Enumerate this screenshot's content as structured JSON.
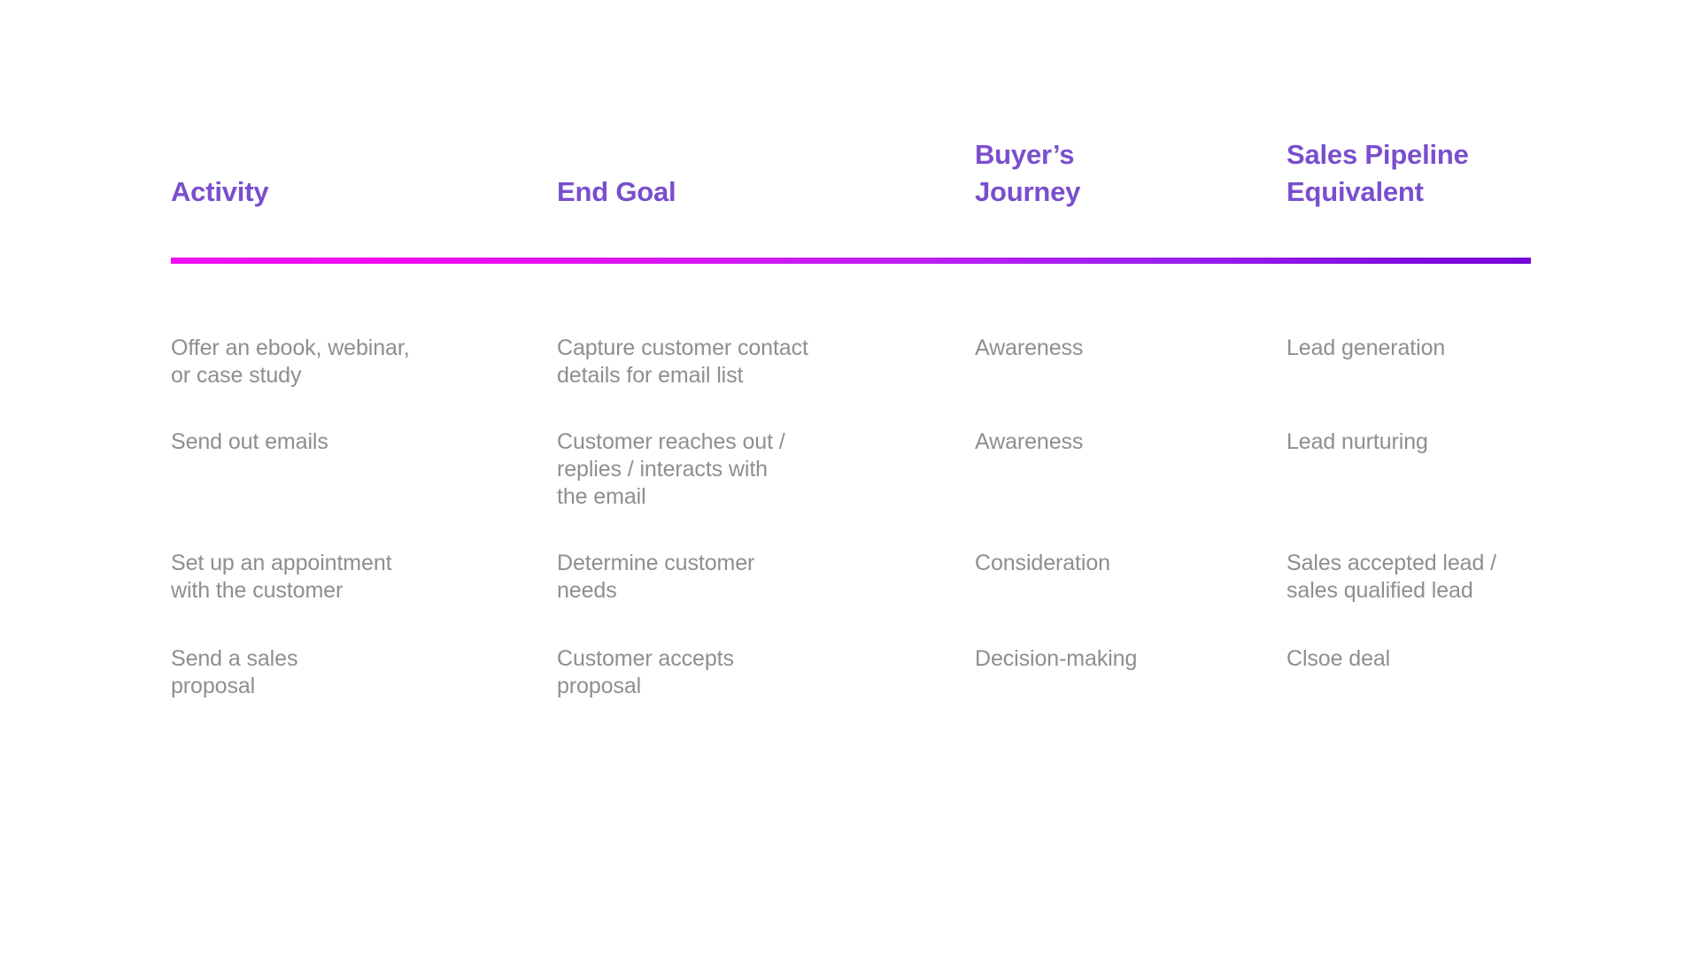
{
  "theme": {
    "background": "#ffffff",
    "header_text_color": "#7a4ecd",
    "body_text_color": "#8e8e93",
    "divider_gradient_start": "#f20df2",
    "divider_gradient_mid": "#a82bf0",
    "divider_gradient_end": "#7806d8"
  },
  "table": {
    "headers": [
      {
        "label": "Activity"
      },
      {
        "label": "End Goal"
      },
      {
        "label": "Buyer’s\nJourney"
      },
      {
        "label": "Sales Pipeline\nEquivalent"
      }
    ],
    "rows": [
      {
        "activity": "Offer an ebook, webinar,\nor case study",
        "end_goal": "Capture customer contact\ndetails for email list",
        "buyers_journey": "Awareness",
        "sales_pipeline_equivalent": "Lead generation"
      },
      {
        "activity": "Send out emails",
        "end_goal": "Customer reaches out /\nreplies / interacts with\nthe email",
        "buyers_journey": "Awareness",
        "sales_pipeline_equivalent": "Lead nurturing"
      },
      {
        "activity": "Set up an appointment\nwith the customer",
        "end_goal": "Determine customer\nneeds",
        "buyers_journey": "Consideration",
        "sales_pipeline_equivalent": "Sales accepted lead /\nsales qualified lead"
      },
      {
        "activity": "Send a sales\nproposal",
        "end_goal": "Customer accepts\nproposal",
        "buyers_journey": "Decision-making",
        "sales_pipeline_equivalent": "Clsoe deal"
      }
    ]
  }
}
